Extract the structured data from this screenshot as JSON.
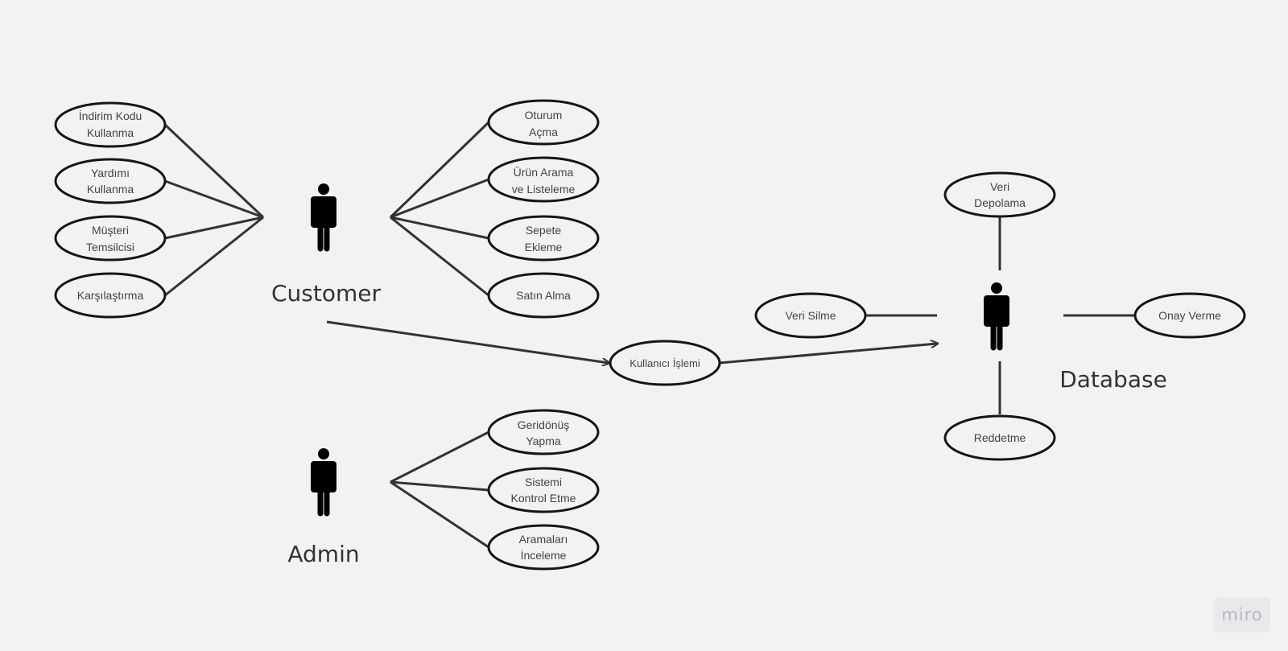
{
  "actors": {
    "customer": {
      "label": "Customer",
      "icon": "person-icon"
    },
    "admin": {
      "label": "Admin",
      "icon": "person-icon"
    },
    "database": {
      "label": "Database",
      "icon": "person-icon"
    }
  },
  "use_cases": {
    "indirim_kodu": [
      "İndirim Kodu",
      "Kullanma"
    ],
    "yardimi": [
      "Yardımı",
      "Kullanma"
    ],
    "musteri": [
      "Müşteri",
      "Temsilcisi"
    ],
    "karsilastirma": [
      "Karşılaştırma"
    ],
    "oturum": [
      "Oturum",
      "Açma"
    ],
    "urun_arama": [
      "Ürün Arama",
      "ve Listeleme"
    ],
    "sepete": [
      "Sepete",
      "Ekleme"
    ],
    "satin_alma": [
      "Satın Alma"
    ],
    "kullanici_islemi": [
      "Kullanıcı İşlemi"
    ],
    "geridonus": [
      "Geridönüş",
      "Yapma"
    ],
    "sistemi": [
      "Sistemi",
      "Kontrol Etme"
    ],
    "aramalari": [
      "Aramaları",
      "İnceleme"
    ],
    "veri_depolama": [
      "Veri",
      "Depolama"
    ],
    "veri_silme": [
      "Veri Silme"
    ],
    "onay_verme": [
      "Onay Verme"
    ],
    "reddetme": [
      "Reddetme"
    ]
  },
  "watermark": {
    "text": "miro"
  },
  "colors": {
    "background": "#f2f2f2",
    "stroke": "#151515",
    "connector": "#333333",
    "text": "#444444"
  }
}
